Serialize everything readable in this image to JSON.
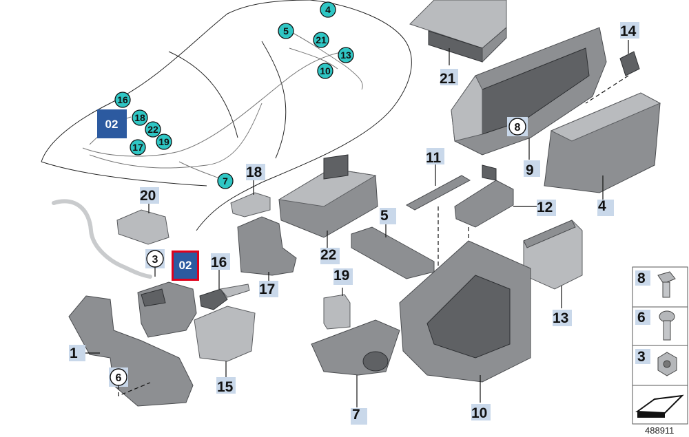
{
  "callouts": {
    "c1": "1",
    "c4": "4",
    "c5": "5",
    "c7": "7",
    "c9": "9",
    "c10": "10",
    "c11": "11",
    "c12": "12",
    "c13": "13",
    "c14": "14",
    "c15": "15",
    "c16": "16",
    "c17": "17",
    "c18": "18",
    "c19": "19",
    "c20": "20",
    "c21": "21",
    "c22": "22"
  },
  "car_callouts": {
    "k4": "4",
    "k5": "5",
    "k21": "21",
    "k13": "13",
    "k10": "10",
    "k16": "16",
    "k18": "18",
    "k22": "22",
    "k17": "17",
    "k19": "19",
    "k7": "7"
  },
  "ring_callouts": {
    "r8": "8",
    "r3": "3",
    "r6": "6"
  },
  "badges": {
    "car_badge": "02",
    "selected_badge": "02"
  },
  "legend": {
    "l8": "8",
    "l6": "6",
    "l3": "3"
  },
  "image_number": "488911",
  "colors": {
    "accent_teal": "#2fc6c4",
    "badge_blue": "#2c5aa0",
    "highlight_red": "#e0001b",
    "label_bg": "#c9d8ea"
  }
}
